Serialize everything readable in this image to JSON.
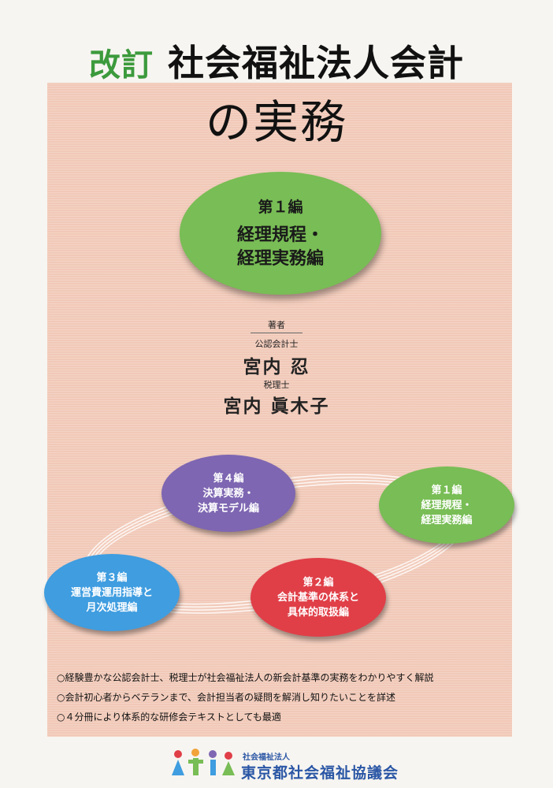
{
  "title": {
    "prefix": "改訂",
    "main": "社会福祉法人会計",
    "subtitle": "の実務"
  },
  "feature_volume": {
    "number": "第１編",
    "line1": "経理規程・",
    "line2": "経理実務編"
  },
  "authors": {
    "heading": "著者",
    "author1_role": "公認会計士",
    "author1_name": "宮内 忍",
    "author2_role": "税理士",
    "author2_name": "宮内 眞木子"
  },
  "volumes": [
    {
      "number": "第１編",
      "line1": "経理規程・",
      "line2": "経理実務編"
    },
    {
      "number": "第２編",
      "line1": "会計基準の体系と",
      "line2": "具体的取扱編"
    },
    {
      "number": "第３編",
      "line1": "運営費運用指導と",
      "line2": "月次処理編"
    },
    {
      "number": "第４編",
      "line1": "決算実務・",
      "line2": "決算モデル編"
    }
  ],
  "bullets": [
    "○経験豊かな公認会計士、税理士が社会福祉法人の新会計基準の実務をわかりやすく解説",
    "○会計初心者からベテランまで、会計担当者の疑問を解消し知りたいことを詳述",
    "○４分冊により体系的な研修会テキストとしても最適"
  ],
  "publisher": {
    "small": "社会福祉法人",
    "name": "東京都社会福祉協議会"
  },
  "colors": {
    "green": "#78bd55",
    "purple": "#7e66b2",
    "blue": "#3f9de0",
    "red": "#e03f48",
    "pink_panel": "#f1c9b8",
    "title_green": "#3c9a3c",
    "publisher_blue": "#2a56a5"
  }
}
